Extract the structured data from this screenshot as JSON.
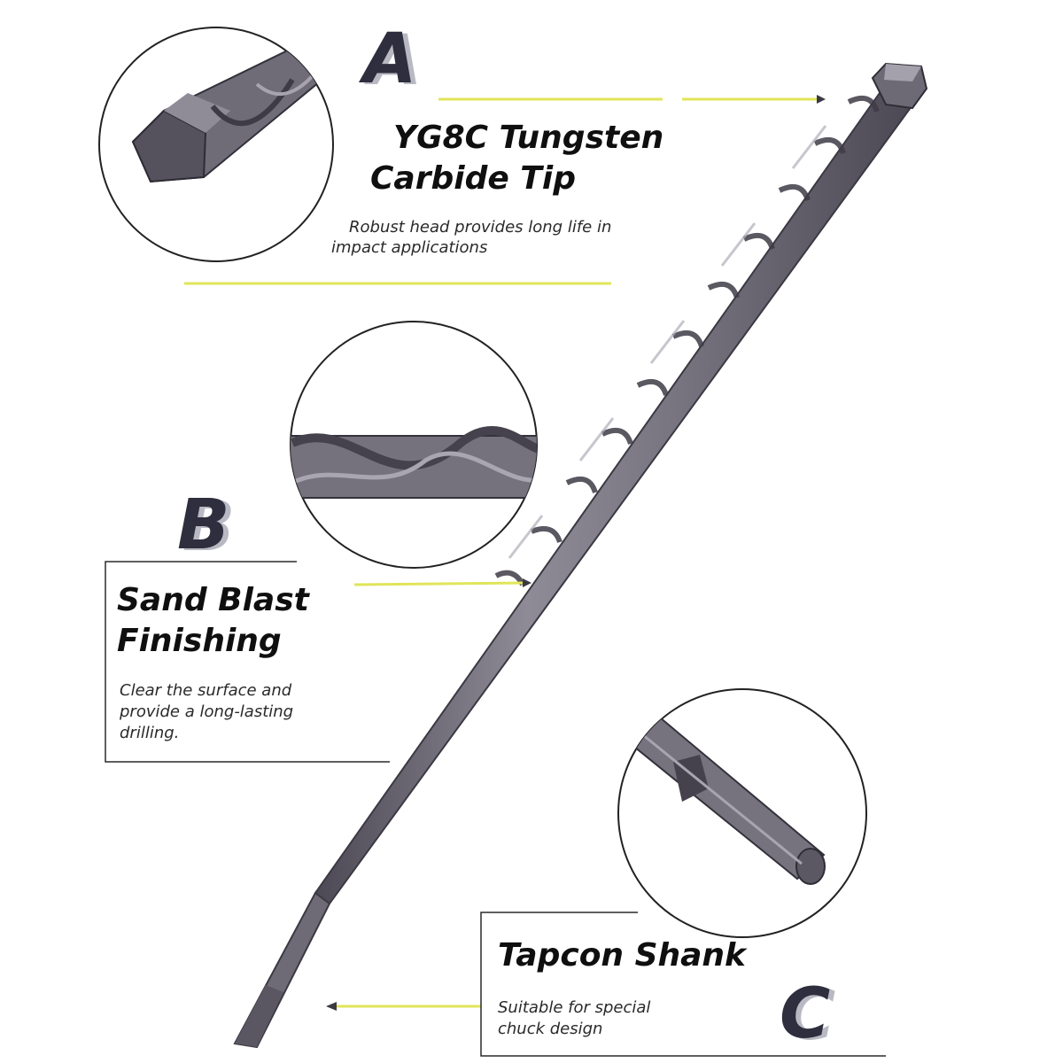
{
  "features": [
    {
      "letter": "A",
      "title_line1": "YG8C Tungsten",
      "title_line2": "Carbide Tip",
      "desc_line1": "Robust head provides long life in",
      "desc_line2": "impact applications"
    },
    {
      "letter": "B",
      "title_line1": "Sand Blast",
      "title_line2": "Finishing",
      "desc_line1": "Clear the surface and",
      "desc_line2": "provide a long-lasting",
      "desc_line3": "drilling."
    },
    {
      "letter": "C",
      "title_line1": "Tapcon Shank",
      "desc_line1": "Suitable for special",
      "desc_line2": "chuck design"
    }
  ],
  "colors": {
    "accent_line": "#e0e55a",
    "drill_metal": "#7f7c88",
    "drill_dark": "#55525e",
    "frame": "#2a2a2a"
  },
  "icons": [
    "carbide-tip-closeup-icon",
    "sand-blast-flute-closeup-icon",
    "tapcon-shank-closeup-icon",
    "masonry-drill-bit-icon"
  ]
}
